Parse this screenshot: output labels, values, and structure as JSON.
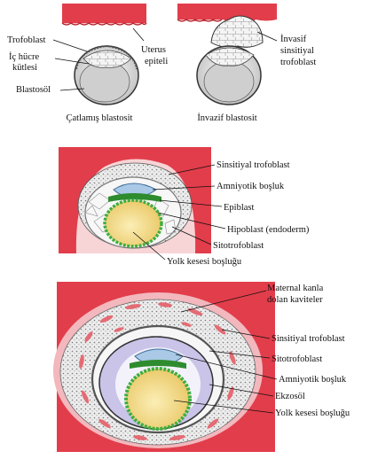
{
  "panel_top": {
    "left_labels": {
      "trofoblast": "Trofoblast",
      "ic_hucre_1": "İç hücre",
      "ic_hucre_2": "kütlesi",
      "blastosol": "Blastosöl",
      "uterus_1": "Uterus",
      "uterus_2": "epiteli",
      "caption": "Çatlamış blastosit"
    },
    "right_labels": {
      "invasif_1": "İnvasif",
      "invasif_2": "sinsitiyal",
      "invasif_3": "trofoblast",
      "caption": "İnvazif blastosit"
    }
  },
  "panel_middle": {
    "labels": [
      "Sinsitiyal trofoblast",
      "Amniyotik boşluk",
      "Epiblast",
      "Hipoblast (endoderm)",
      "Sitotrofoblast",
      "Yolk kesesi boşluğu"
    ]
  },
  "panel_bottom": {
    "labels": {
      "maternal_1": "Maternal kanla",
      "maternal_2": "dolan kaviteler",
      "sinsitiyal": "Sinsitiyal trofoblast",
      "sitotrofoblast": "Sitotrofoblast",
      "amniyotik": "Amniyotik boşluk",
      "ekzosol": "Ekzosöl",
      "yolk": "Yolk kesesi  boşluğu"
    }
  },
  "colors": {
    "uterus_red": "#e23d4b",
    "uterus_light": "#f6c9cc",
    "amnion_blue": "#a9c9e6",
    "epiblast_green": "#3fae3f",
    "yolk_yellow": "#f3d77a",
    "exocoel_lilac": "#c9c4e8",
    "trophoblast_gray": "#e6e6e6"
  }
}
